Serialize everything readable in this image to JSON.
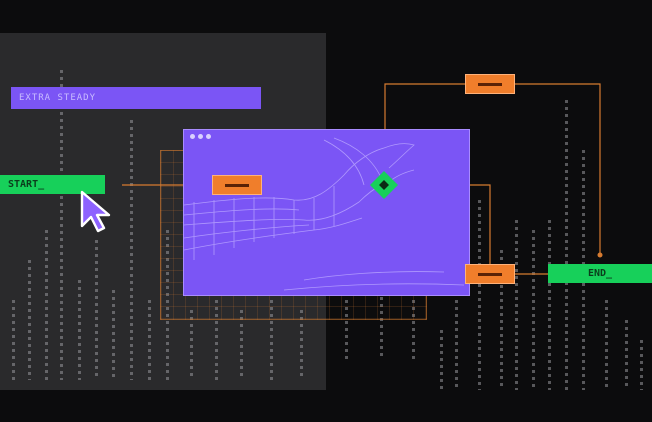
{
  "labels": {
    "title_bar": "EXTRA STEADY",
    "start_tag": "START_",
    "end_tag": "END_"
  },
  "colors": {
    "background": "#0c0c0d",
    "panel_gray": "#2a2a2c",
    "purple": "#7b55f5",
    "green": "#17d05a",
    "orange": "#f07e2b",
    "connector": "#d67b30"
  },
  "icons": {
    "cursor": "arrow-cursor-icon",
    "node": "diamond-node-icon",
    "hand": "wireframe-hand-icon"
  }
}
